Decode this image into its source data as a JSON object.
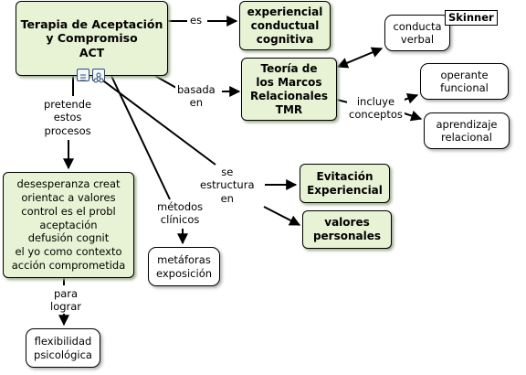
{
  "nodes": {
    "act": "Terapia de Aceptación\ny Compromiso\nACT",
    "experiencial": "experiencial\nconductual\ncognitiva",
    "tmr": "Teoría de\nlos Marcos\nRelacionales\nTMR",
    "conducta_verbal": "conducta\nverbal",
    "skinner": "Skinner",
    "operante": "operante\nfuncional",
    "aprendizaje": "aprendizaje\nrelacional",
    "procesos": "desesperanza creat\norientac a valores\ncontrol es el probl\naceptación\ndefusión cognit\nel yo como contexto\nacción comprometida",
    "evitacion": "Evitación\nExperiencial",
    "valores": "valores\npersonales",
    "metaforas": "metáforas\nexposición",
    "flexibilidad": "flexibilidad\npsicológica"
  },
  "links": {
    "es": "es",
    "basada_en": "basada\nen",
    "incluye": "incluye\nconceptos",
    "pretende": "pretende\nestos\nprocesos",
    "se_estructura": "se\nestructura\nen",
    "metodos": "métodos\nclínicos",
    "para_lograr": "para\nlograr"
  },
  "icons": [
    "resource-list-icon",
    "concept-map-icon"
  ]
}
